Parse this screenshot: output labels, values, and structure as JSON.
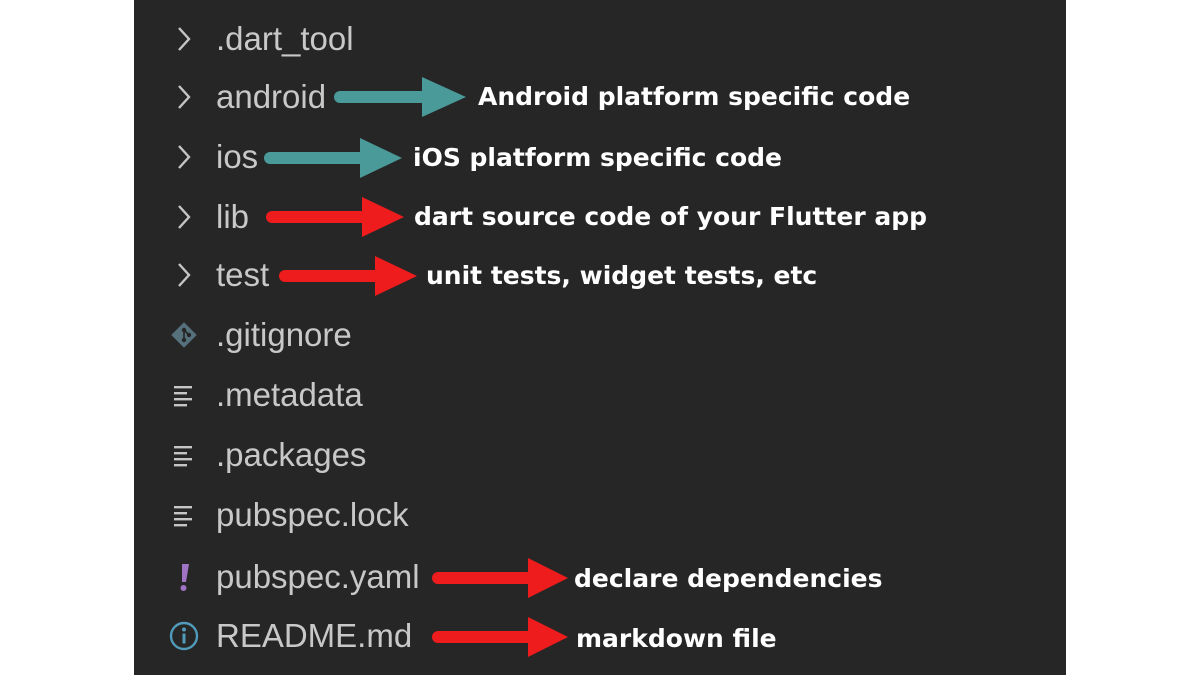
{
  "explorer": {
    "items": [
      {
        "label": ".dart_tool",
        "icon": "chevron-right-icon"
      },
      {
        "label": "android",
        "icon": "chevron-right-icon"
      },
      {
        "label": "ios",
        "icon": "chevron-right-icon"
      },
      {
        "label": "lib",
        "icon": "chevron-right-icon"
      },
      {
        "label": "test",
        "icon": "chevron-right-icon"
      },
      {
        "label": ".gitignore",
        "icon": "git-icon"
      },
      {
        "label": ".metadata",
        "icon": "text-lines-icon"
      },
      {
        "label": ".packages",
        "icon": "text-lines-icon"
      },
      {
        "label": "pubspec.lock",
        "icon": "text-lines-icon"
      },
      {
        "label": "pubspec.yaml",
        "icon": "exclamation-icon"
      },
      {
        "label": "README.md",
        "icon": "info-icon"
      }
    ]
  },
  "annotations": {
    "android": "Android platform specific code",
    "ios": "iOS platform specific code",
    "lib": "dart source code of your Flutter app",
    "test": "unit tests, widget tests, etc",
    "pubspec_yaml": "declare dependencies",
    "readme": "markdown file"
  },
  "colors": {
    "panel_background": "#262626",
    "item_text": "#c8c8c8",
    "teal_arrow": "#4a9a9a",
    "red_arrow": "#ee1c1c",
    "git_icon": "#56707c",
    "yaml_icon": "#a074c4",
    "info_icon": "#519aba",
    "annotation_text": "#ffffff",
    "page_background": "#ffffff"
  }
}
